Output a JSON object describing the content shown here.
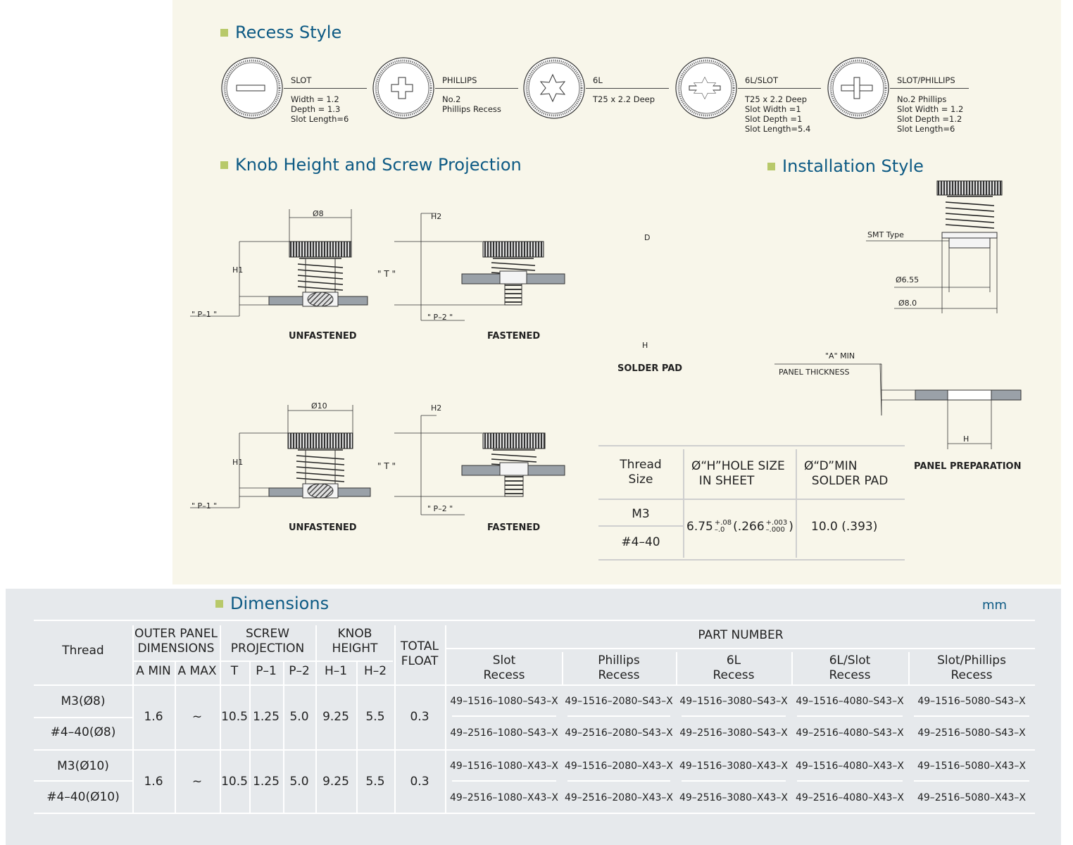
{
  "sections": {
    "recess_style": "Recess Style",
    "knob_height": "Knob Height and Screw Projection",
    "installation": "Installation Style",
    "dimensions": "Dimensions"
  },
  "unit": "mm",
  "bullet_color": "#b8c96a",
  "title_color": "#0d5a84",
  "recess": [
    {
      "name": "SLOT",
      "lines": [
        "Width = 1.2",
        "Depth = 1.3",
        "Slot Length=6"
      ],
      "icon": "slot-recess-icon"
    },
    {
      "name": "PHILLIPS",
      "lines": [
        "No.2",
        "Phillips Recess"
      ],
      "icon": "phillips-recess-icon"
    },
    {
      "name": "6L",
      "lines": [
        "T25 x 2.2 Deep"
      ],
      "icon": "6l-recess-icon"
    },
    {
      "name": "6L/SLOT",
      "lines": [
        "T25 x 2.2 Deep",
        "Slot Width =1",
        "Slot Depth =1",
        "Slot Length=5.4"
      ],
      "icon": "6l-slot-recess-icon"
    },
    {
      "name": "SLOT/PHILLIPS",
      "lines": [
        "No.2 Phillips",
        "Slot Width = 1.2",
        "Slot Depth =1.2",
        "Slot Length=6"
      ],
      "icon": "slot-phillips-recess-icon"
    }
  ],
  "diagram": {
    "dia8": "Ø8",
    "dia10": "Ø10",
    "h1": "H1",
    "h2": "H2",
    "t": "\" T \"",
    "p1": "\" P–1 \"",
    "p2": "\" P–2 \"",
    "unfastened": "UNFASTENED",
    "fastened": "FASTENED",
    "d": "D",
    "h": "H",
    "solder_pad": "SOLDER PAD",
    "smt_type": "SMT  Type",
    "d655": "Ø6.55",
    "d80": "Ø8.0",
    "a_min": "\"A\" MIN",
    "panel_thickness": "PANEL THICKNESS",
    "panel_preparation": "PANEL PREPARATION"
  },
  "hole_table": {
    "h1": "Thread\nSize",
    "h2": "Ø“H”HOLE SIZE\n  IN SHEET",
    "h3": "Ø“D”MIN\n  SOLDER PAD",
    "r1": "M3",
    "r2": "#4–40",
    "hole_val": "6.75",
    "hole_tol_up": "+.08",
    "hole_tol_dn": "–.0",
    "hole_in": "(.266",
    "hole_in_up": "+.003",
    "hole_in_dn": "–.000",
    "hole_close": ")",
    "pad": "10.0 (.393)"
  },
  "dim_table": {
    "h_thread": "Thread",
    "h_outer": "OUTER PANEL\nDIMENSIONS",
    "h_amin": "A MIN",
    "h_amax": "A MAX",
    "h_screw": "SCREW\nPROJECTION",
    "h_t": "T",
    "h_p1": "P–1",
    "h_p2": "P–2",
    "h_knob": "KNOB\nHEIGHT",
    "h_h1": "H–1",
    "h_h2": "H–2",
    "h_float": "TOTAL\nFLOAT",
    "h_part": "PART NUMBER",
    "h_slot": "Slot\nRecess",
    "h_phil": "Phillips\nRecess",
    "h_6l": "6L\nRecess",
    "h_6ls": "6L/Slot\nRecess",
    "h_sp": "Slot/Phillips\nRecess",
    "groups": [
      {
        "threads": [
          "M3(Ø8)",
          "#4–40(Ø8)"
        ],
        "amin": "1.6",
        "amax": "~",
        "t": "10.5",
        "p1": "1.25",
        "p2": "5.0",
        "h1": "9.25",
        "h2": "5.5",
        "float": "0.3",
        "parts": [
          [
            "49–1516–1080–S43–X",
            "49–1516–2080–S43–X",
            "49–1516–3080–S43–X",
            "49–1516–4080–S43–X",
            "49–1516–5080–S43–X"
          ],
          [
            "49–2516–1080–S43–X",
            "49–2516–2080–S43–X",
            "49–2516–3080–S43–X",
            "49–2516–4080–S43–X",
            "49–2516–5080–S43–X"
          ]
        ]
      },
      {
        "threads": [
          "M3(Ø10)",
          "#4–40(Ø10)"
        ],
        "amin": "1.6",
        "amax": "~",
        "t": "10.5",
        "p1": "1.25",
        "p2": "5.0",
        "h1": "9.25",
        "h2": "5.5",
        "float": "0.3",
        "parts": [
          [
            "49–1516–1080–X43–X",
            "49–1516–2080–X43–X",
            "49–1516–3080–X43–X",
            "49–1516–4080–X43–X",
            "49–1516–5080–X43–X"
          ],
          [
            "49–2516–1080–X43–X",
            "49–2516–2080–X43–X",
            "49–2516–3080–X43–X",
            "49–2516–4080–X43–X",
            "49–2516–5080–X43–X"
          ]
        ]
      }
    ]
  }
}
